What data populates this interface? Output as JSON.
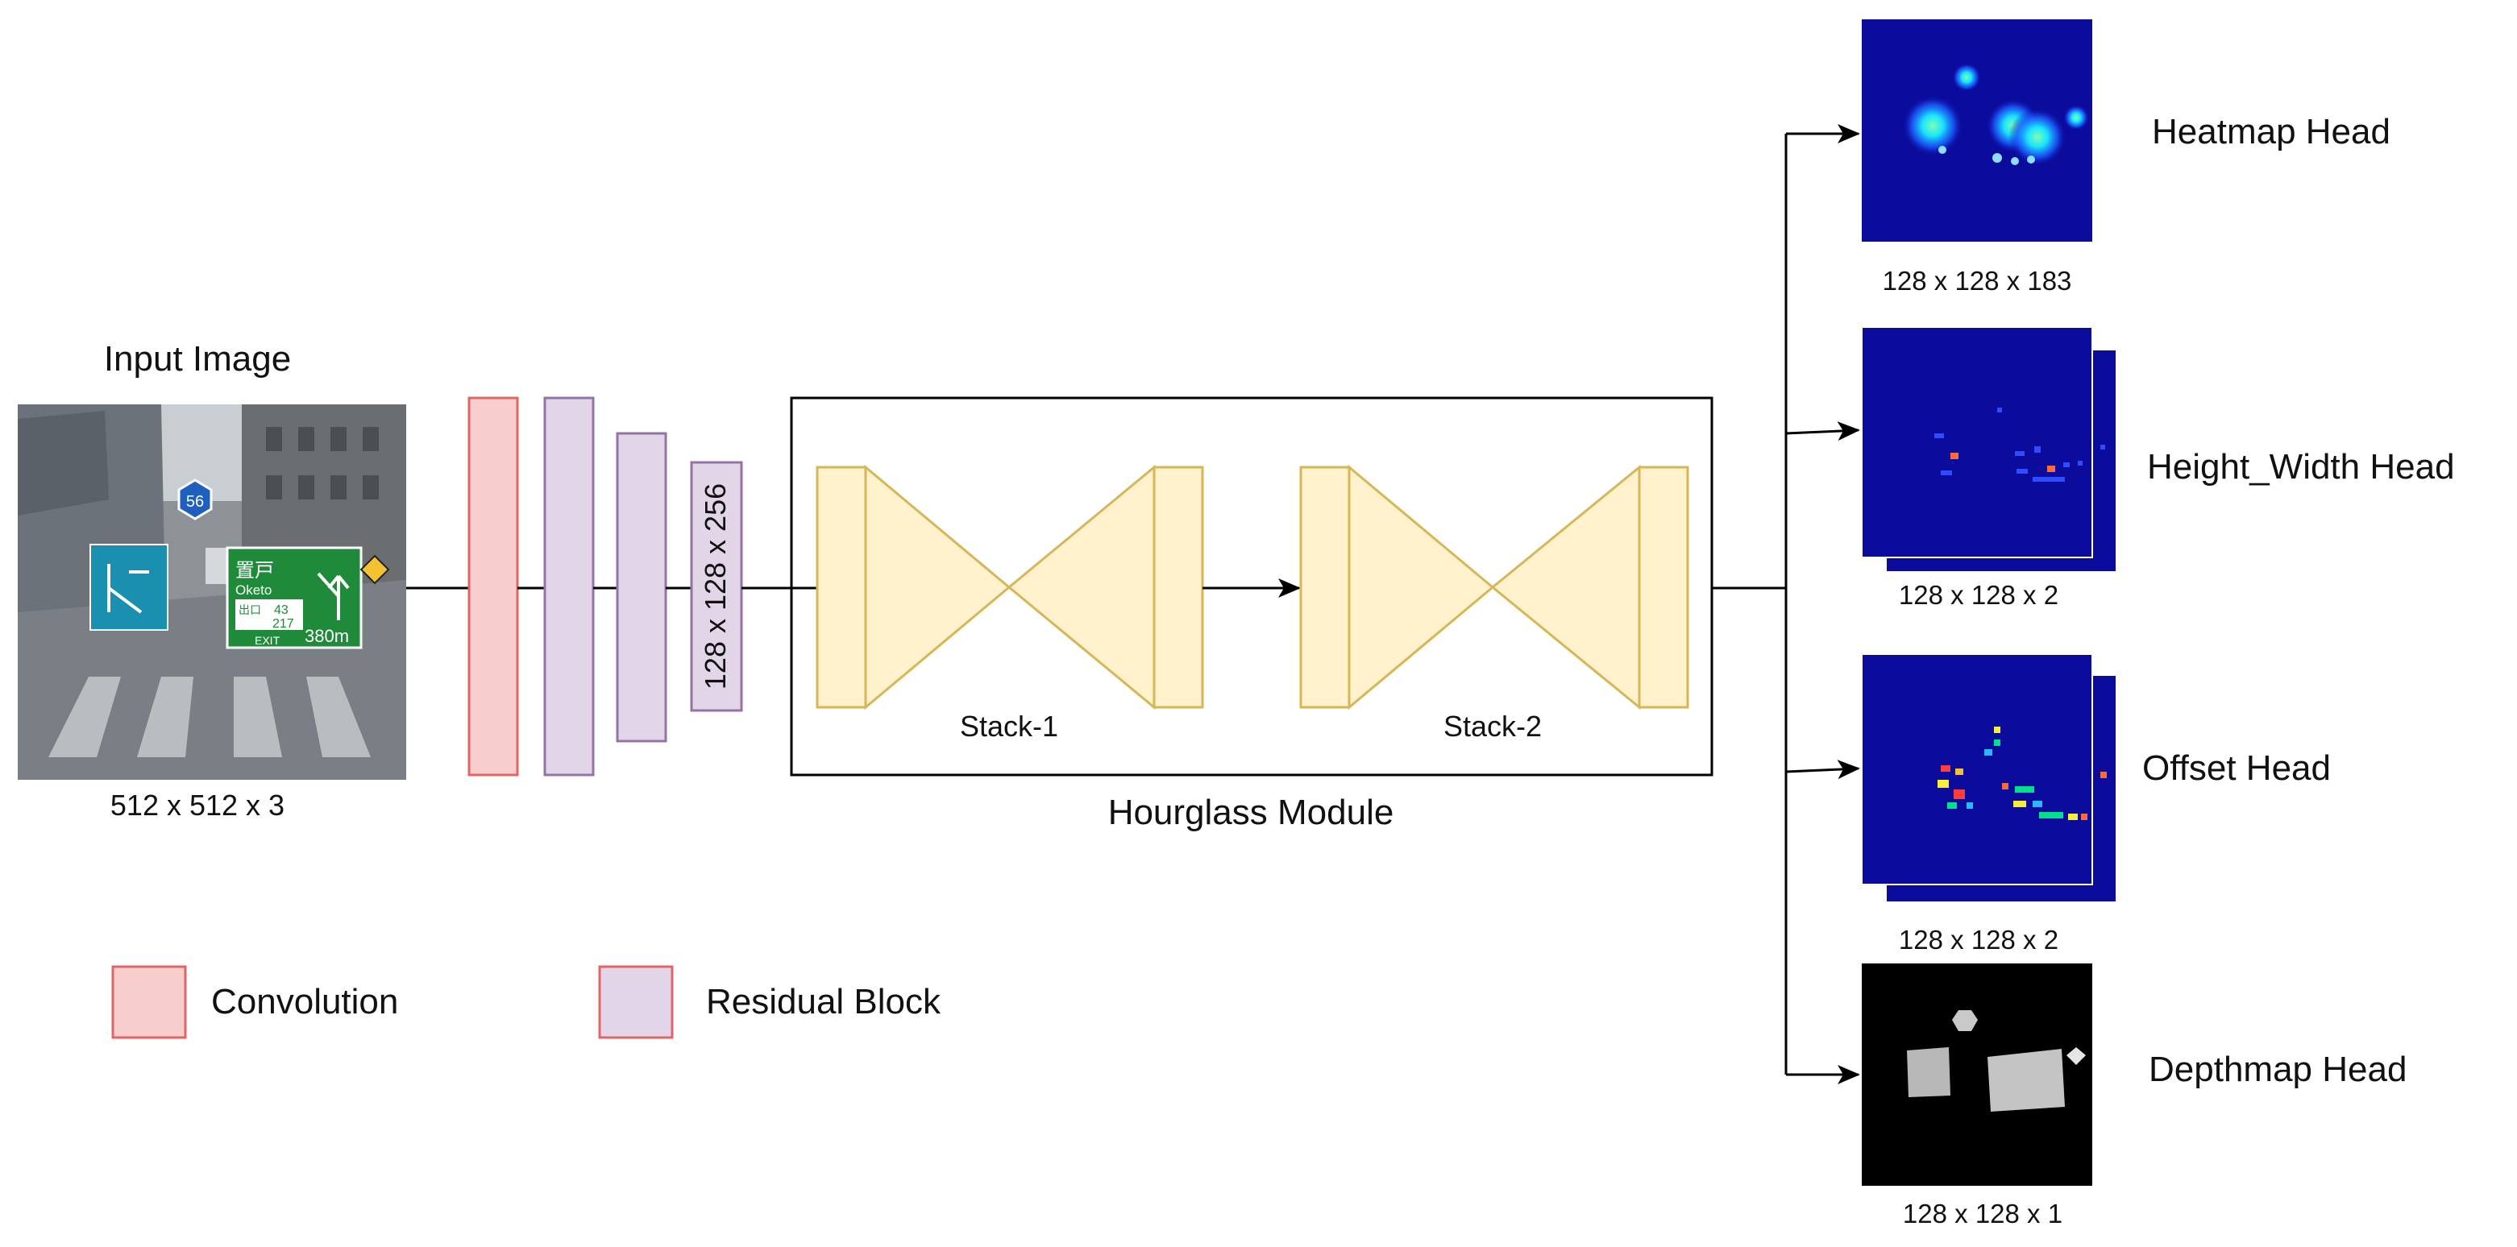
{
  "input": {
    "title": "Input Image",
    "dims": "512 x 512 x 3",
    "sign_route_number": "56",
    "sign_kanji": "置戸",
    "sign_place": "Oketo",
    "sign_exit_kanji": "出口",
    "sign_num_a": "43",
    "sign_num_b": "217",
    "sign_exit": "EXIT",
    "sign_distance": "380m"
  },
  "feature_dims": "128 x 128 x 256",
  "hourglass": {
    "title": "Hourglass Module",
    "stacks": [
      "Stack-1",
      "Stack-2"
    ]
  },
  "heads": [
    {
      "name": "Heatmap Head",
      "dims": "128 x 128 x 183"
    },
    {
      "name": "Height_Width Head",
      "dims": "128 x 128 x 2"
    },
    {
      "name": "Offset Head",
      "dims": "128 x 128 x 2"
    },
    {
      "name": "Depthmap Head",
      "dims": "128 x 128 x 1"
    }
  ],
  "legend": [
    {
      "label": "Convolution",
      "color": "#f8cecc",
      "stroke": "#e06666"
    },
    {
      "label": "Residual Block",
      "color": "#e1d5e7",
      "stroke": "#9673a6"
    }
  ],
  "colors": {
    "hourglass_fill": "#fff2cc",
    "hourglass_stroke": "#d6b656",
    "heatmap_bg": "#0b0b9c",
    "depth_bg": "#000000"
  }
}
